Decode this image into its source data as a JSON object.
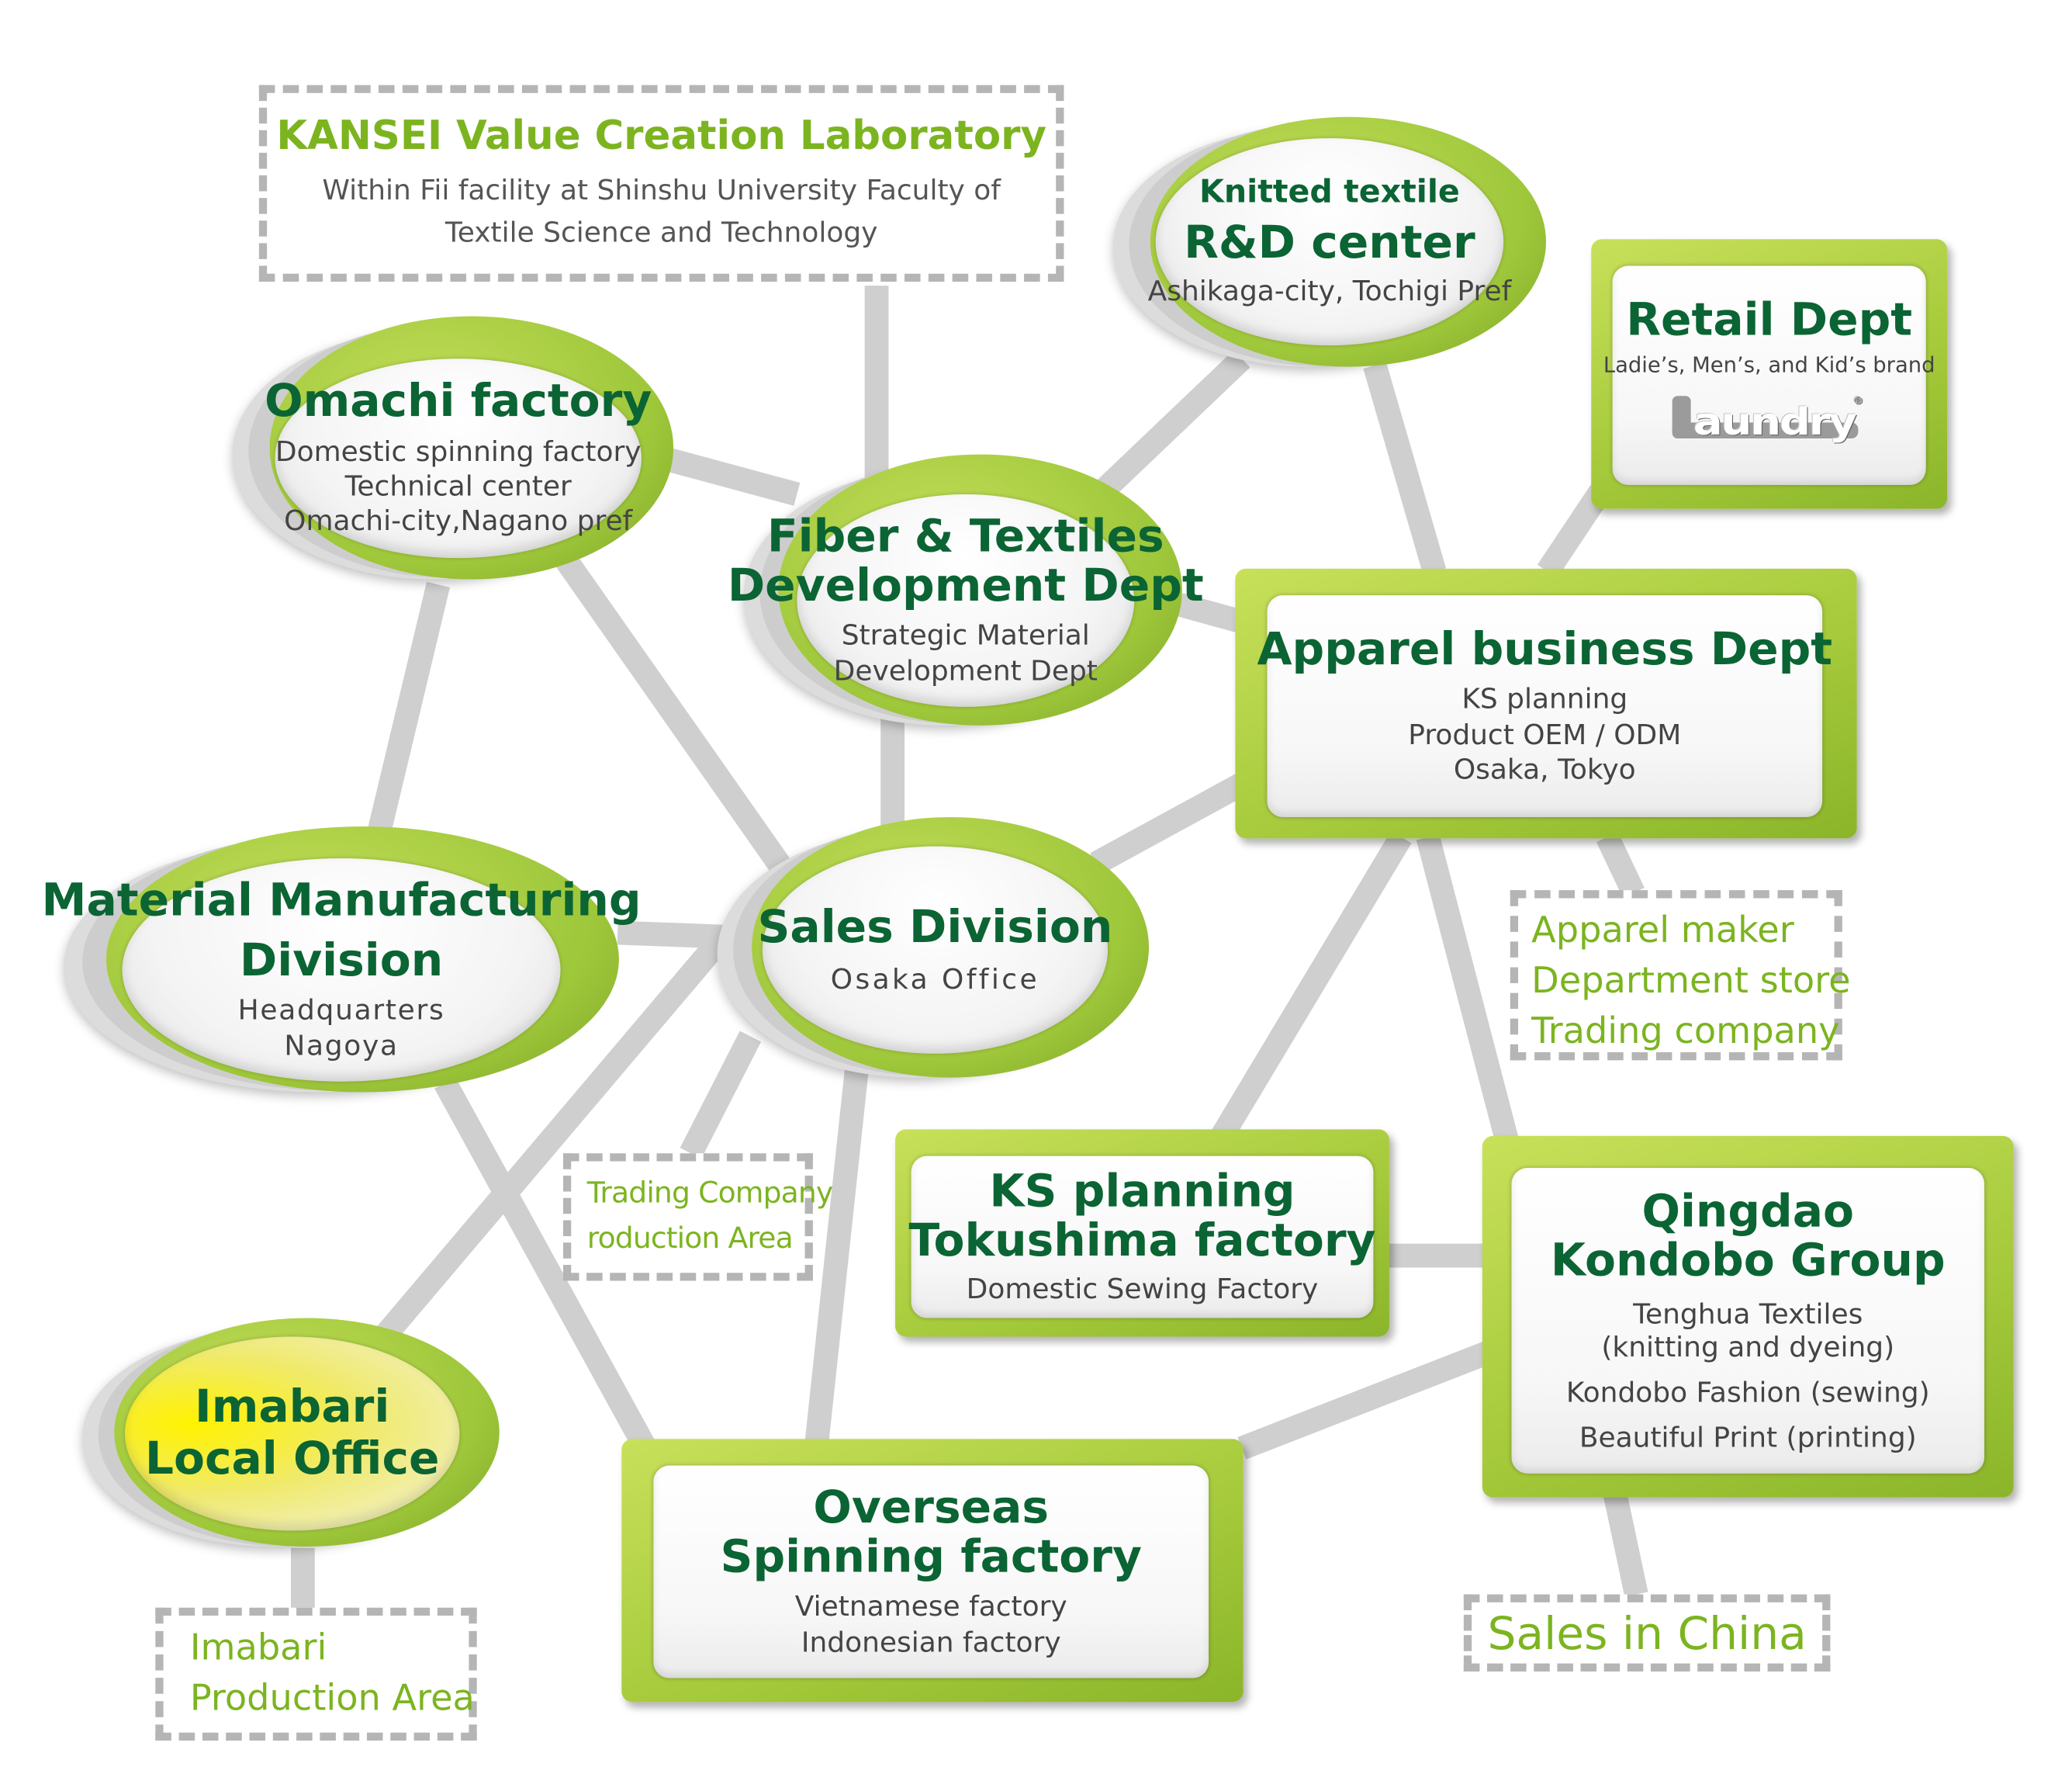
{
  "nodes": {
    "kansei": {
      "title": "KANSEI Value Creation Laboratory",
      "lines": [
        "Within Fii facility at Shinshu University Faculty of",
        "Textile Science and Technology"
      ]
    },
    "knitted": {
      "kicker": "Knitted textile",
      "title": "R&D center",
      "lines": [
        "Ashikaga-city, Tochigi Pref"
      ]
    },
    "retail": {
      "title": "Retail Dept",
      "lines": [
        "Ladie’s, Men’s, and Kid’s brand"
      ],
      "logo": "Laundry"
    },
    "omachi": {
      "title": "Omachi factory",
      "lines": [
        "Domestic spinning factory",
        "Technical center",
        "Omachi-city,Nagano pref"
      ]
    },
    "fiber": {
      "title_lines": [
        "Fiber & Textiles",
        "Development Dept"
      ],
      "lines": [
        "Strategic Material",
        "Development Dept"
      ]
    },
    "apparel": {
      "title": "Apparel business Dept",
      "lines": [
        "KS planning",
        "Product OEM / ODM",
        "Osaka, Tokyo"
      ]
    },
    "material": {
      "title_lines": [
        "Material Manufacturing",
        "Division"
      ],
      "lines": [
        "Headquarters",
        "Nagoya"
      ]
    },
    "sales": {
      "title": "Sales Division",
      "lines": [
        "Osaka Office"
      ]
    },
    "ks_tokushima": {
      "title_lines": [
        "KS planning",
        "Tokushima factory"
      ],
      "lines": [
        "Domestic Sewing Factory"
      ]
    },
    "qingdao": {
      "title_lines": [
        "Qingdao",
        "Kondobo Group"
      ],
      "lines": [
        "Tenghua Textiles",
        "(knitting and dyeing)",
        "Kondobo Fashion (sewing)",
        "Beautiful Print (printing)"
      ]
    },
    "imabari": {
      "title_lines": [
        "Imabari",
        "Local Office"
      ]
    },
    "overseas": {
      "title_lines": [
        "Overseas",
        "Spinning factory"
      ],
      "lines": [
        "Vietnamese factory",
        "Indonesian factory"
      ]
    }
  },
  "notes": {
    "apparel_customers": [
      "Apparel maker",
      "Department store",
      "Trading company"
    ],
    "trading_company": [
      "Trading Company",
      "roduction Area"
    ],
    "imabari_production": [
      "Imabari",
      "Production Area"
    ],
    "sales_china": "Sales in China"
  },
  "colors": {
    "title_green": "#0b6433",
    "note_green": "#7cb420",
    "frame_green": "#a4c93a",
    "connector_gray": "#cfcfcf",
    "dashed_border": "#b5b5b5",
    "imabari_yellow": "#fff200"
  }
}
